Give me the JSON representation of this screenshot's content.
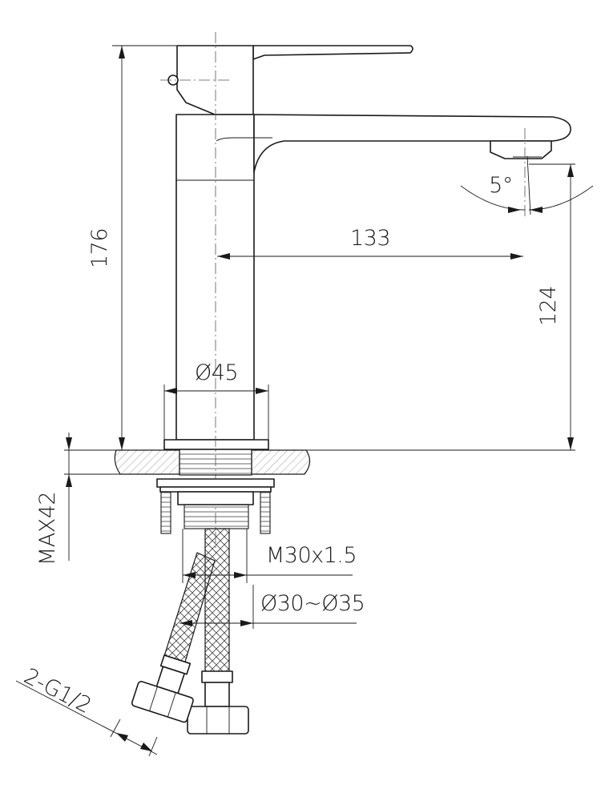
{
  "dimensions": {
    "total_height": "176",
    "spout_reach": "133",
    "spout_height": "124",
    "body_diameter": "Ø45",
    "spout_angle": "5°",
    "max_deck_thickness": "MAX42",
    "mounting_thread": "M30x1.5",
    "hole_diameter": "Ø30~Ø35",
    "hose_connection": "2-G1/2"
  }
}
